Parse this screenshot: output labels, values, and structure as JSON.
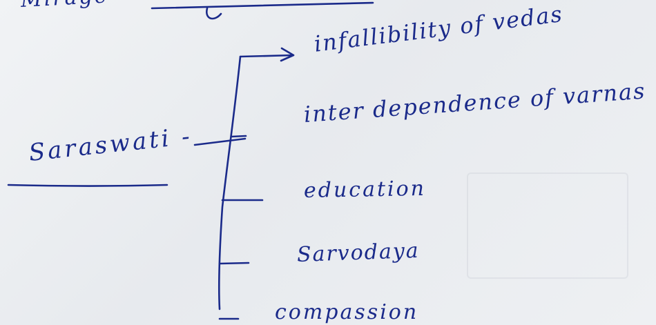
{
  "page": {
    "top_fragment": "Mirage",
    "main_label": "Saraswati -",
    "items": [
      {
        "label": "infallibility of vedas"
      },
      {
        "label": "inter dependence of varnas"
      },
      {
        "label": "education"
      },
      {
        "label": "Sarvodaya"
      },
      {
        "label": "compassion"
      }
    ]
  },
  "colors": {
    "ink": "#1a2a8a",
    "paper": "#eceff2"
  }
}
